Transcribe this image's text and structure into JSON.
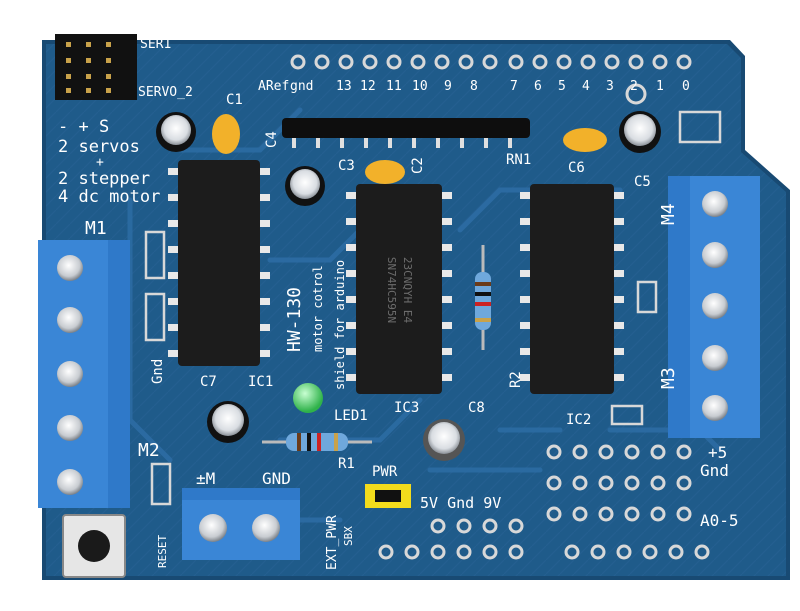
{
  "colors": {
    "board": "#1f5b8a",
    "board_edge": "#184a73",
    "trace": "#2a6aa0",
    "silk": "#ffffff",
    "chip": "#1c1c1c",
    "terminal": "#2f79c9",
    "cap_yellow": "#f2b12a",
    "header_black": "#111111",
    "led": "#53d36a",
    "jumper": "#f3dc1c"
  },
  "silkscreen": {
    "ser1": "SER1",
    "servo2": "SERVO_2",
    "pins_sign": "-  + S",
    "servos": "2 servos",
    "plus": "+",
    "stepper": "2 stepper",
    "dc_motor": "4 dc motor",
    "m1": "M1",
    "m2": "M2",
    "m3": "M3",
    "m4": "M4",
    "gnd_left": "Gnd",
    "aref": "ARef",
    "gnd_top": "gnd",
    "pins_high": [
      "13",
      "12",
      "11",
      "10",
      "9",
      "8"
    ],
    "pins_low": [
      "7",
      "6",
      "5",
      "4",
      "3",
      "2",
      "1",
      "0"
    ],
    "c1": "C1",
    "c2": "C2",
    "c3": "C3",
    "c4": "C4",
    "c5": "C5",
    "c6": "C6",
    "c7": "C7",
    "c8": "C8",
    "rn1": "RN1",
    "ic1": "IC1",
    "ic2": "IC2",
    "ic3": "IC3",
    "r1": "R1",
    "r2": "R2",
    "led1": "LED1",
    "hw130": "HW-130",
    "motor_control": "motor cotrol",
    "shield_for": "shield for arduino",
    "plus_m": "±M",
    "gnd_term": "GND",
    "ext_pwr": "EXT_PWR",
    "sbx": "SBX",
    "pwr": "PWR",
    "pwr_pins": "5V Gnd 9V",
    "plus5": "+5",
    "gnd_right": "Gnd",
    "a0_5": "A0-5",
    "reset": "RESET"
  },
  "chip_markings": {
    "ic3_line1": "23CNQYH E4",
    "ic3_line2": "SN74HC595N"
  }
}
